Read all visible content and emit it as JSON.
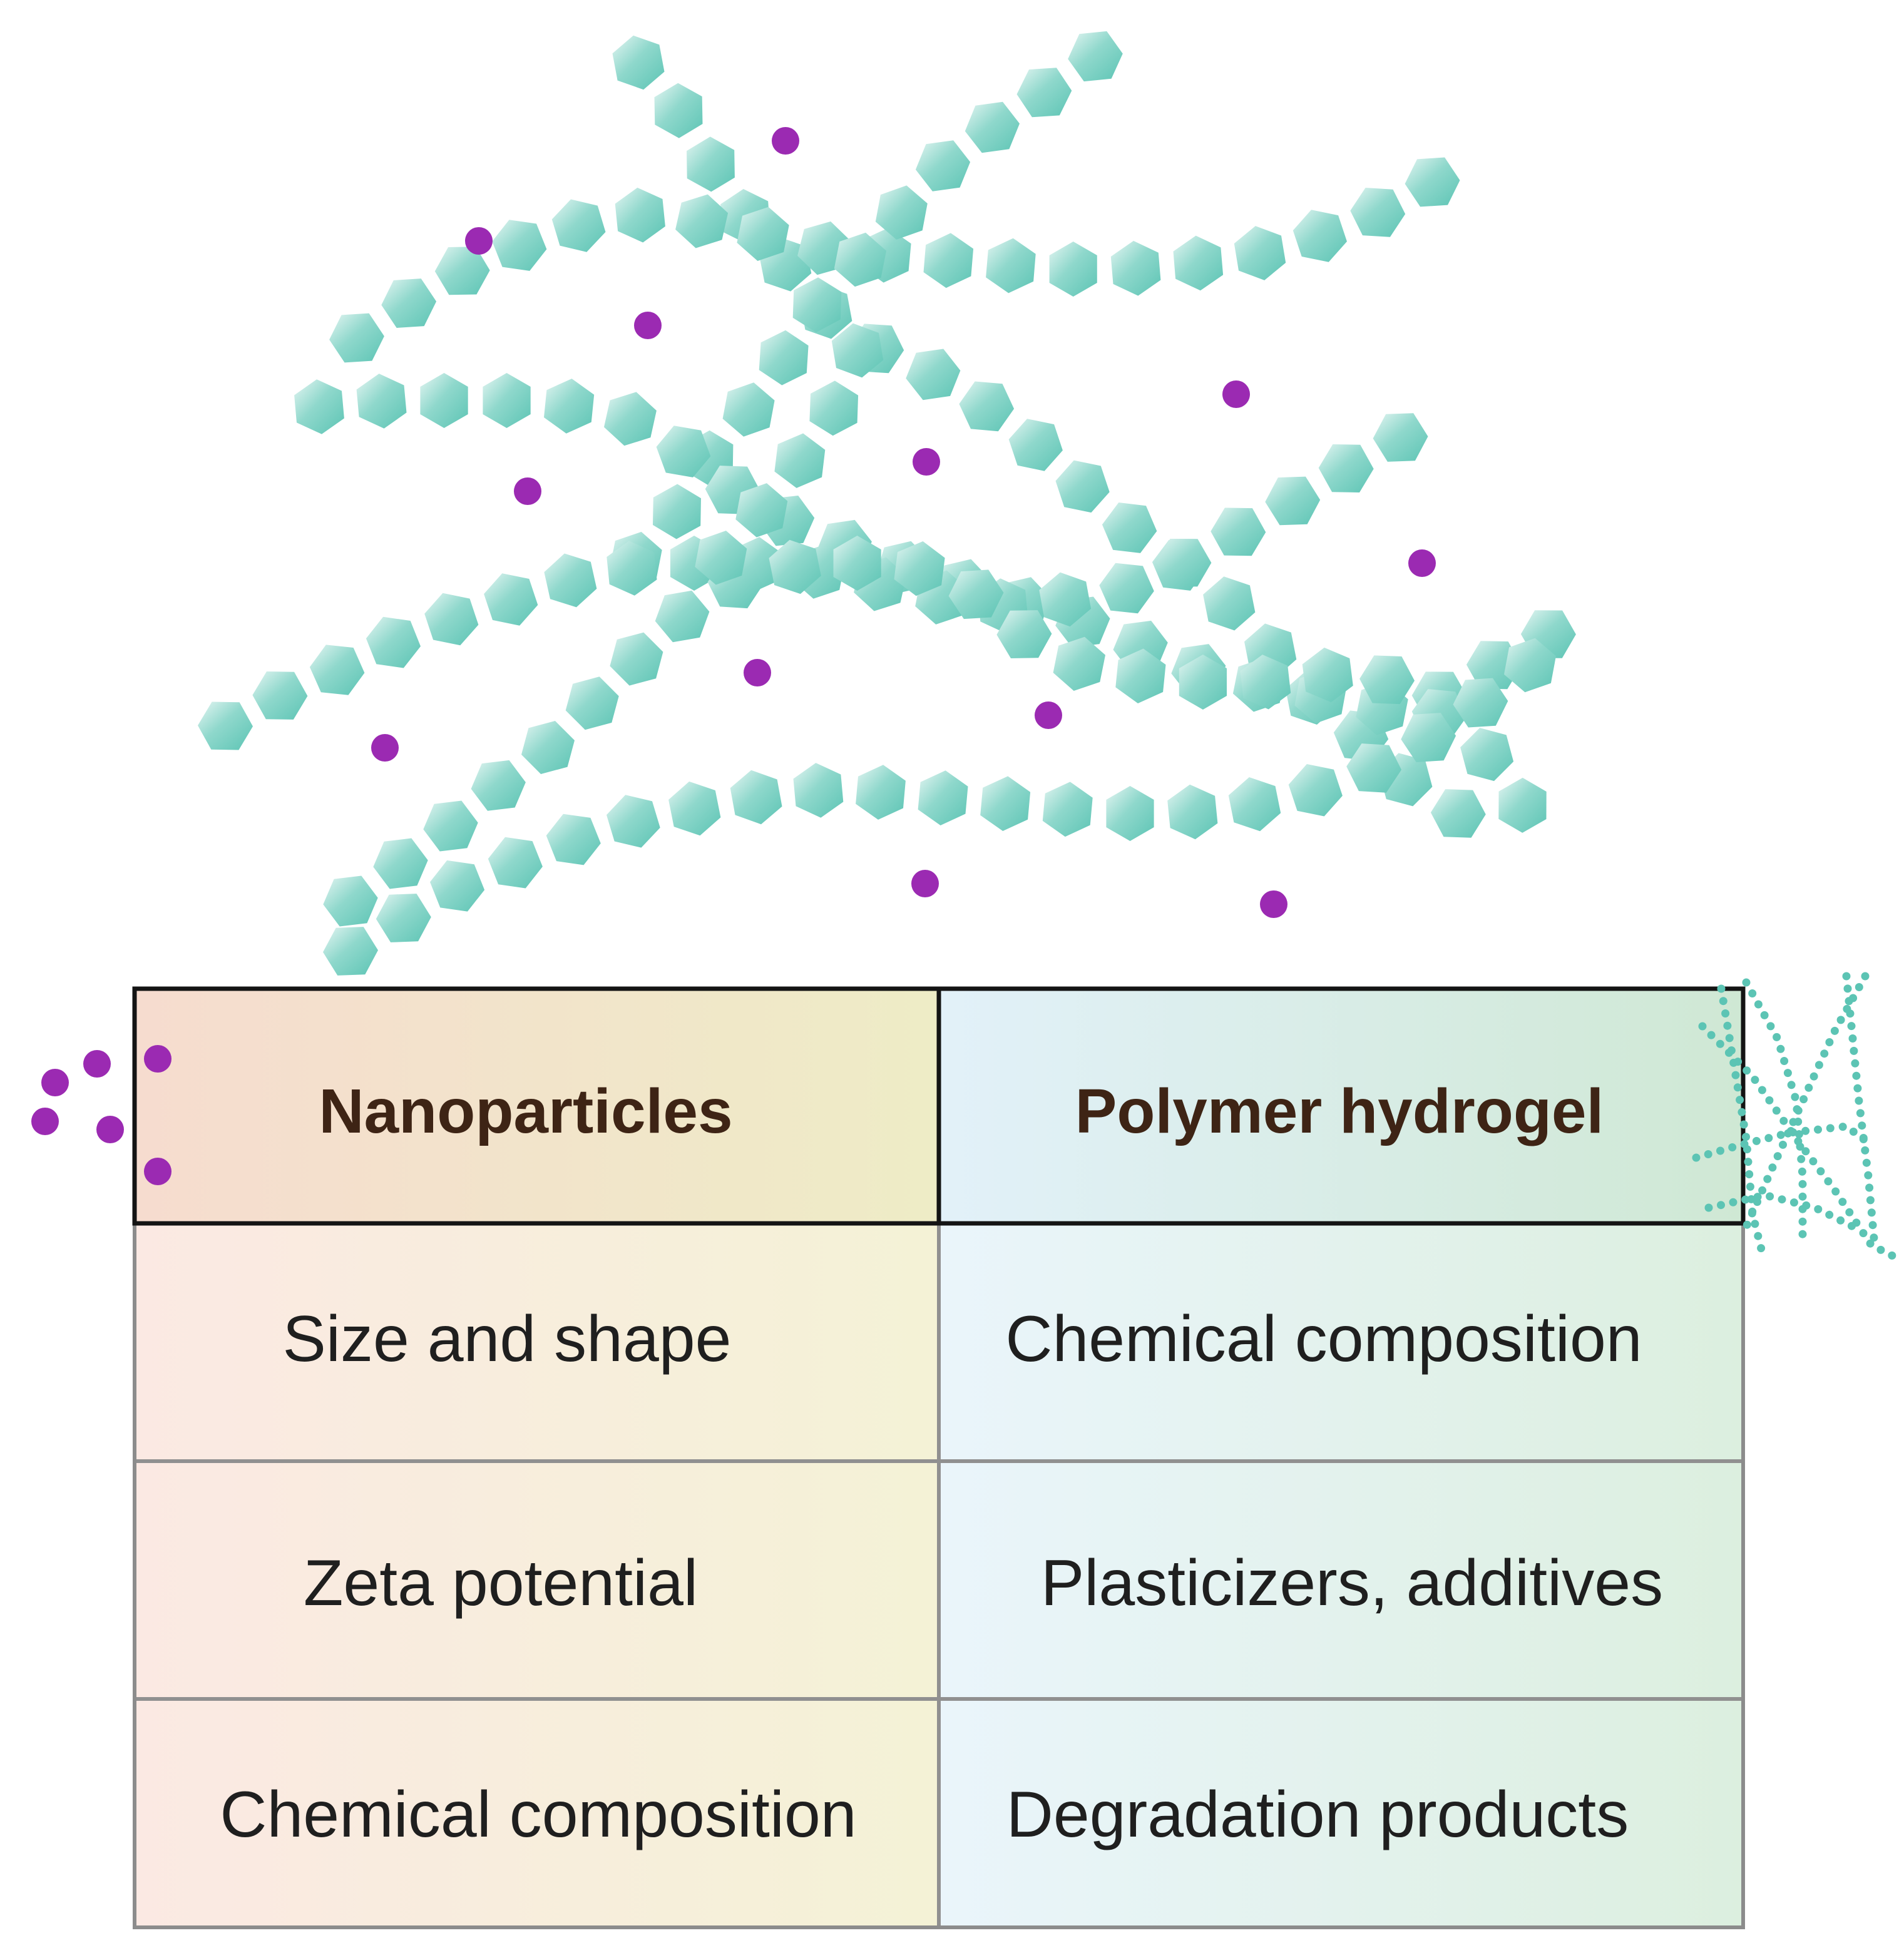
{
  "table": {
    "headers": [
      "Nanoparticles",
      "Polymer hydrogel"
    ],
    "rows": [
      [
        "Size and shape",
        "Chemical composition"
      ],
      [
        "Zeta potential",
        "Plasticizers, additives"
      ],
      [
        "Chemical composition",
        "Degradation products"
      ]
    ]
  },
  "colors": {
    "bead": "#5cc4b4",
    "bead_highlight": "#e6f6f3",
    "nanoparticle": "#9b2ab2",
    "grid_line": "#909090",
    "frame": "#141414",
    "header_text": "#3e2415",
    "body_text": "#1f1f1f",
    "left_column_gradient": [
      "#fbe9e3",
      "#f4f2d6"
    ],
    "right_column_gradient": [
      "#eaf5fb",
      "#dcefdf"
    ]
  },
  "icons": {
    "polymer_network": "polymer-chain-network-icon",
    "nanoparticle_cluster": "nanoparticle-cluster-icon",
    "hydrogel_thumbnail": "hydrogel-network-icon"
  }
}
